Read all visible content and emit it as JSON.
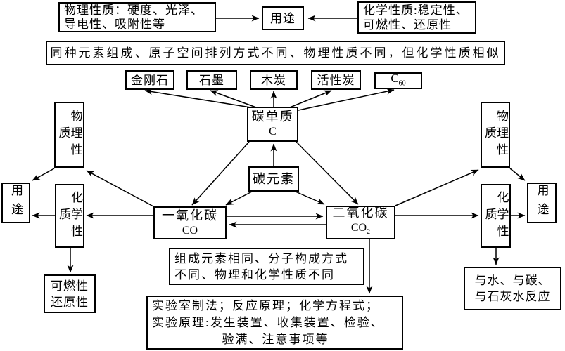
{
  "colors": {
    "background": "#ffffff",
    "line": "#000000",
    "box_border": "#000000",
    "text": "#000000"
  },
  "boxes": {
    "top_physical": {
      "line1": "物理性质：硬度、光泽、",
      "line2": "导电性、吸附性等"
    },
    "top_uses": "用途",
    "top_chemical": {
      "line1": "化学性质:稳定性、",
      "line2": "可燃性、还原性"
    },
    "allotropy_note": "同种元素组成、原子空间排列方式不同、物理性质不同，但化学性质相似",
    "allotropes": {
      "diamond": "金刚石",
      "graphite": "石墨",
      "charcoal": "木炭",
      "activated_carbon": "活性炭",
      "c60_base": "C",
      "c60_sub": "60"
    },
    "carbon_simple": {
      "name": "碳单质",
      "formula": "C"
    },
    "carbon_element": "碳元素",
    "left": {
      "physical": "物理性质",
      "uses": "用途",
      "chemical": "化学性质",
      "flammability_line1": "可燃性",
      "flammability_line2": "还原性"
    },
    "co": {
      "name": "一氧化碳",
      "formula": "CO"
    },
    "co2": {
      "name": "二氧化碳",
      "formula_base": "CO",
      "formula_sub": "2"
    },
    "right": {
      "physical": "物理性质",
      "chemical": "化学性质",
      "uses": "用途",
      "reactions_line1": "与水、与碳、",
      "reactions_line2": "与石灰水反应"
    },
    "composition_note": {
      "line1": "组成元素相同、分子构成方式",
      "line2": "不同、物理和化学性质不同"
    },
    "lab_method": {
      "line1": "实验室制法；反应原理；化学方程式；",
      "line2": "实验原理:发生装置、收集装置、检验、",
      "line3": "验满、注意事项等"
    }
  }
}
